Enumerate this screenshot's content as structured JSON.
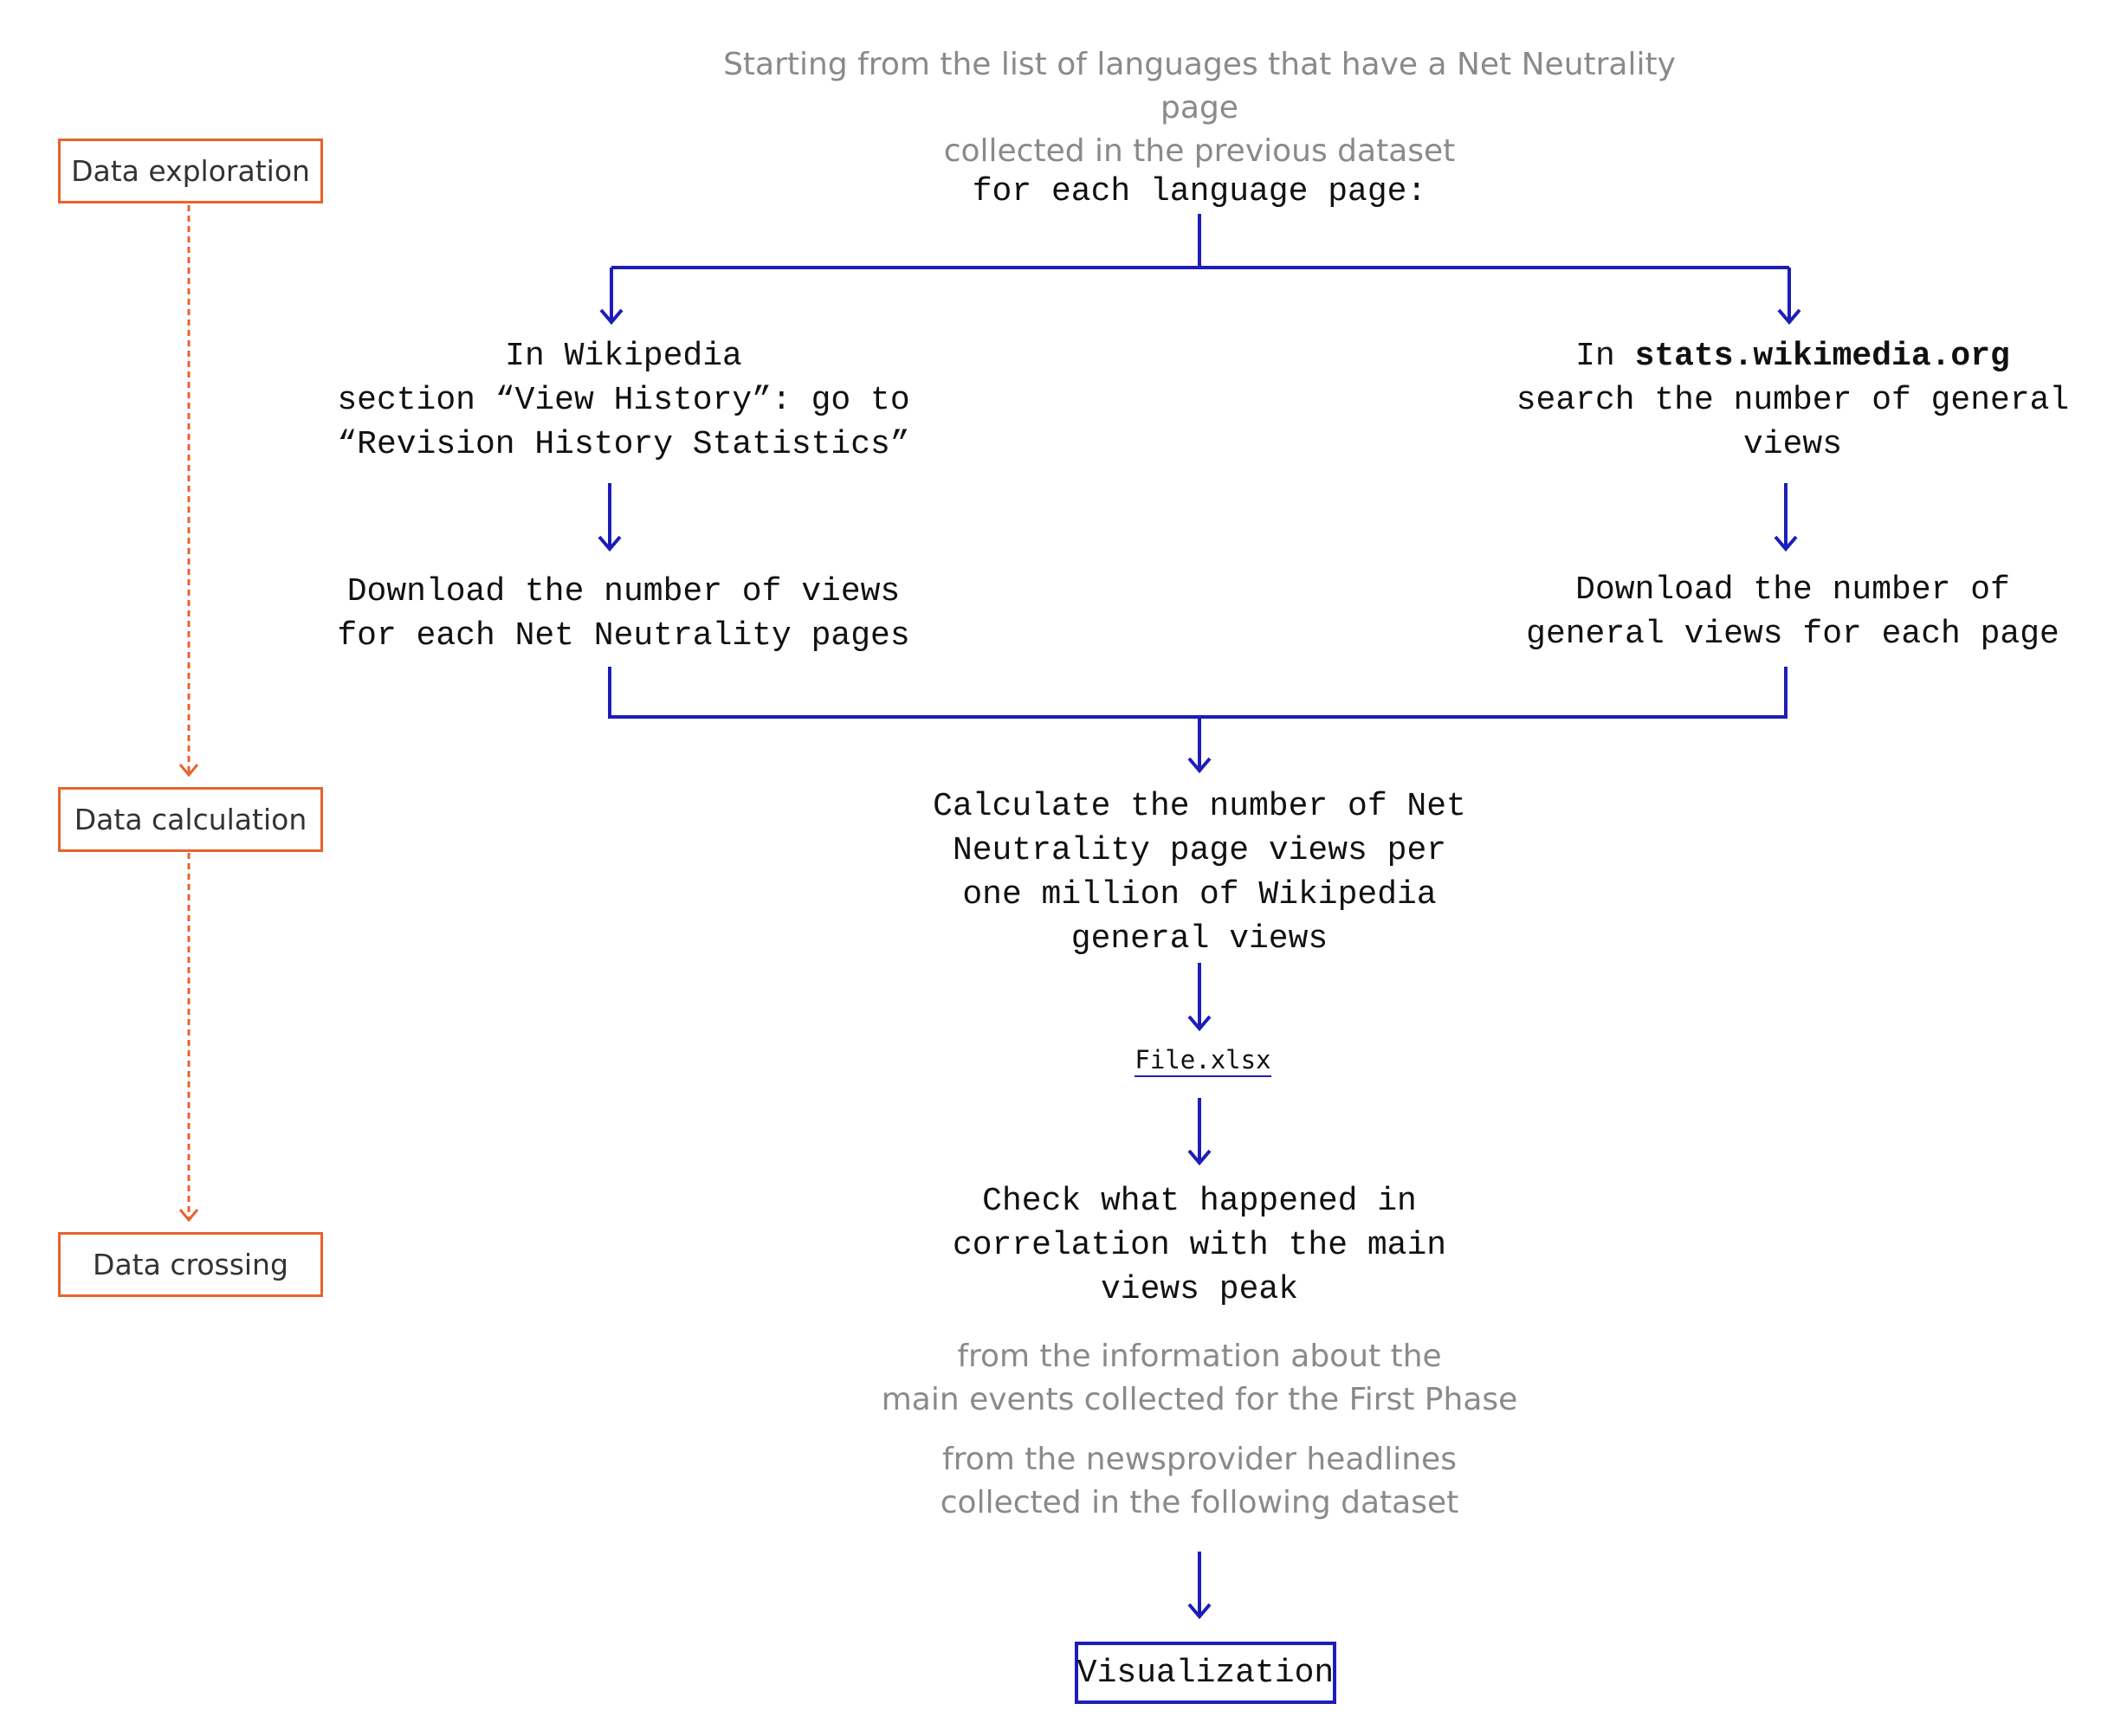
{
  "stages": {
    "exploration": "Data exploration",
    "calculation": "Data calculation",
    "crossing": "Data crossing"
  },
  "intro": {
    "line1": "Starting from the list of languages that have a Net Neutrality page",
    "line2": "collected in the previous dataset"
  },
  "loop_label": "for each language page:",
  "left_branch": {
    "step1": {
      "line1": "In Wikipedia",
      "line2": "section “View History”: go to",
      "line3": "“Revision History Statistics”"
    },
    "step2": {
      "line1": "Download the number of views",
      "line2": "for each Net Neutrality pages"
    }
  },
  "right_branch": {
    "step1": {
      "prefix": "In ",
      "site": "stats.wikimedia.org",
      "line2": "search the number of general",
      "line3": "views"
    },
    "step2": {
      "line1": "Download the number of",
      "line2": "general views for each page"
    }
  },
  "calculate": {
    "line1": "Calculate the number of Net",
    "line2": "Neutrality page views per",
    "line3": "one million of Wikipedia",
    "line4": "general views"
  },
  "output_file": "File.xlsx",
  "check": {
    "line1": "Check what happened in",
    "line2": "correlation with the main",
    "line3": "views peak"
  },
  "source_notes": {
    "first": {
      "line1": "from the information about the",
      "line2": "main events collected for the First Phase"
    },
    "second": {
      "line1": "from the newsprovider headlines",
      "line2": "collected in the following dataset"
    }
  },
  "final_step": "Visualization",
  "colors": {
    "flow": "#1d1db8",
    "stage": "#e8622c",
    "note_text": "#8a8a8a",
    "step_text": "#111111"
  }
}
